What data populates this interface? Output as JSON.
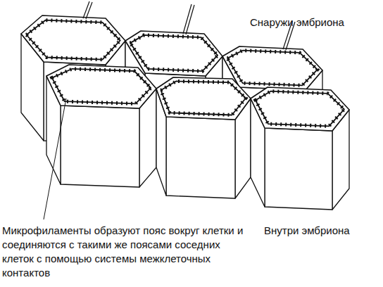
{
  "diagram": {
    "labels": [
      "Снаружи эмбриона",
      "Внутри эмбриона",
      "Микрофиламенты образуют пояс вокруг клетки и соединяются с такими же поясами соседних клеток с помощью системы межклеточных контактов"
    ]
  }
}
